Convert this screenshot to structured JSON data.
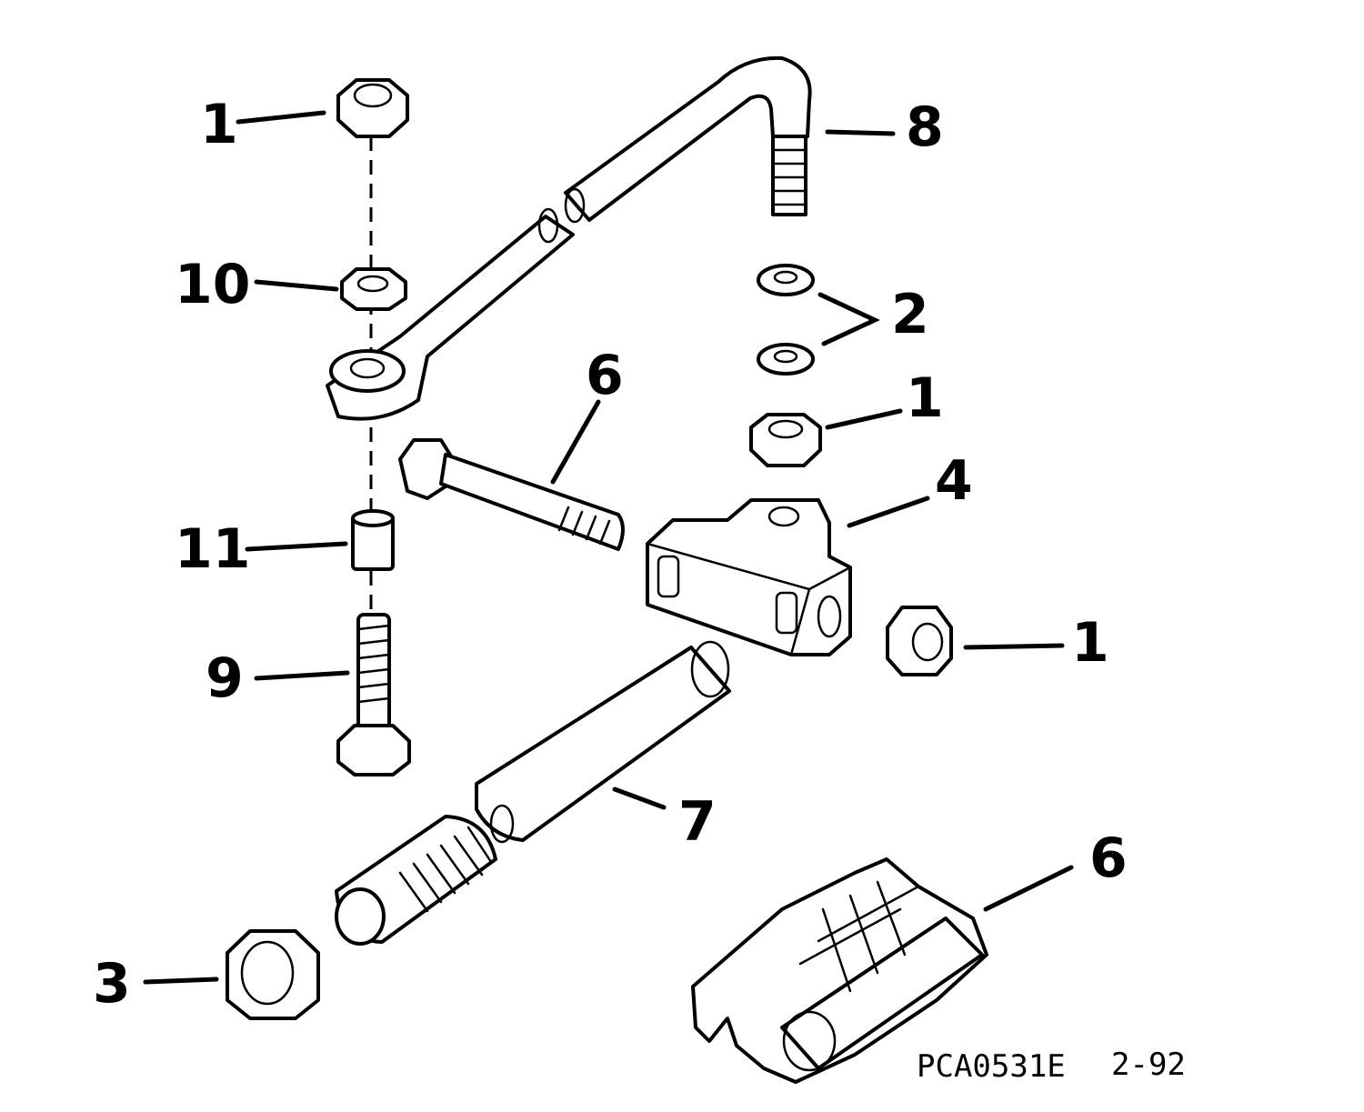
{
  "callouts": {
    "c1_top": "1",
    "c10": "10",
    "c8": "8",
    "c2": "2",
    "c1_mid": "1",
    "c6_bolt": "6",
    "c4": "4",
    "c11": "11",
    "c1_right": "1",
    "c9": "9",
    "c7": "7",
    "c6_bracket": "6",
    "c3": "3"
  },
  "footer": {
    "code": "PCA0531E",
    "date": "2-92"
  },
  "parts": {
    "nut": "nut-icon",
    "washer": "washer-icon",
    "link_rod": "link-rod-icon",
    "bolt": "bolt-icon",
    "block": "connector-block-icon",
    "spacer": "spacer-icon",
    "tube": "threaded-tube-icon",
    "bracket": "steering-bracket-icon"
  }
}
